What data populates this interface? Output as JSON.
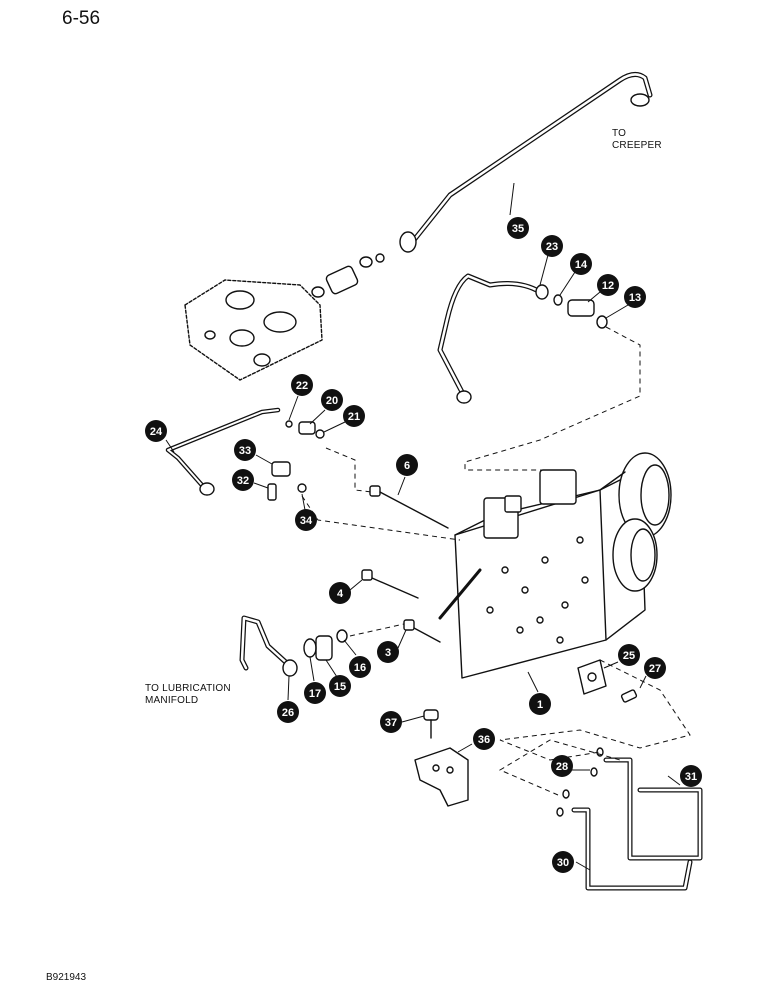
{
  "page_number": "6-56",
  "figure_code": "B921943",
  "notes": {
    "to_creeper": [
      "TO",
      "CREEPER"
    ],
    "to_lubrication": [
      "TO LUBRICATION",
      "MANIFOLD"
    ]
  },
  "callouts": [
    "35",
    "23",
    "14",
    "12",
    "13",
    "22",
    "20",
    "21",
    "24",
    "33",
    "32",
    "34",
    "6",
    "4",
    "3",
    "16",
    "15",
    "17",
    "26",
    "1",
    "25",
    "27",
    "37",
    "36",
    "28",
    "31",
    "30"
  ]
}
